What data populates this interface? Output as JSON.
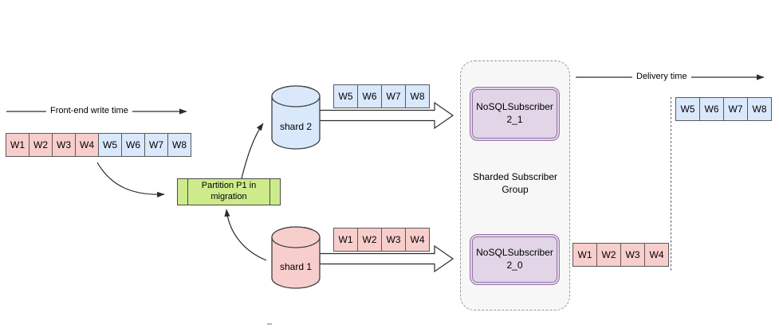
{
  "axes": {
    "frontend": {
      "label": "Front-end write time"
    },
    "delivery": {
      "label": "Delivery time"
    }
  },
  "partition": {
    "label": "Partition P1 in migration"
  },
  "shards": {
    "shard2": {
      "label": "shard 2"
    },
    "shard1": {
      "label": "shard 1"
    }
  },
  "group": {
    "label": "Sharded Subscriber Group",
    "subscriber_top": {
      "label": "NoSQLSubscriber 2_1"
    },
    "subscriber_bottom": {
      "label": "NoSQLSubscriber 2_0"
    }
  },
  "queues": {
    "frontend": {
      "cells": [
        "W1",
        "W2",
        "W3",
        "W4",
        "W5",
        "W6",
        "W7",
        "W8"
      ]
    },
    "shard2_out": {
      "cells": [
        "W5",
        "W6",
        "W7",
        "W8"
      ]
    },
    "shard1_out": {
      "cells": [
        "W1",
        "W2",
        "W3",
        "W4"
      ]
    },
    "delivered_shard2": {
      "cells": [
        "W5",
        "W6",
        "W7",
        "W8"
      ]
    },
    "delivered_shard1": {
      "cells": [
        "W1",
        "W2",
        "W3",
        "W4"
      ]
    }
  },
  "colors": {
    "pink_fill": "#f8cecc",
    "blue_fill": "#dae8fc",
    "green_fill": "#cdeb8b",
    "purple_fill": "#e1d5e7",
    "purple_border": "#9673a6",
    "cell_border": "#595959",
    "group_background": "#f7f7f7",
    "dashed_border": "#999999"
  }
}
